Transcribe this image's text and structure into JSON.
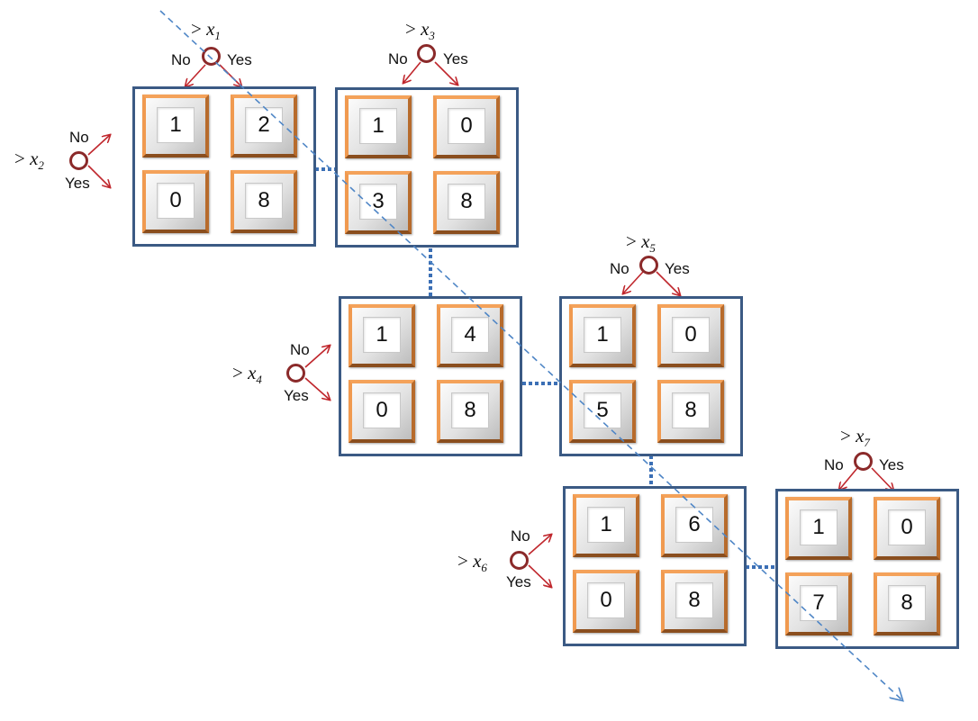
{
  "nodes": [
    {
      "id": "n1",
      "cells": [
        "1",
        "2",
        "0",
        "8"
      ],
      "split": null
    },
    {
      "id": "n2",
      "cells": [
        "1",
        "0",
        "3",
        "8"
      ],
      "split": {
        "threshold_var": "x",
        "threshold_sub": "3",
        "threshold_prefix": ">",
        "no": "No",
        "yes": "Yes",
        "orientation": "top"
      }
    },
    {
      "id": "n3",
      "cells": [
        "1",
        "4",
        "0",
        "8"
      ],
      "split": {
        "threshold_var": "x",
        "threshold_sub": "4",
        "threshold_prefix": ">",
        "no": "No",
        "yes": "Yes",
        "orientation": "left"
      }
    },
    {
      "id": "n4",
      "cells": [
        "1",
        "0",
        "5",
        "8"
      ],
      "split": {
        "threshold_var": "x",
        "threshold_sub": "5",
        "threshold_prefix": ">",
        "no": "No",
        "yes": "Yes",
        "orientation": "top"
      }
    },
    {
      "id": "n5",
      "cells": [
        "1",
        "6",
        "0",
        "8"
      ],
      "split": {
        "threshold_var": "x",
        "threshold_sub": "6",
        "threshold_prefix": ">",
        "no": "No",
        "yes": "Yes",
        "orientation": "left"
      }
    },
    {
      "id": "n6",
      "cells": [
        "1",
        "0",
        "7",
        "8"
      ],
      "split": {
        "threshold_var": "x",
        "threshold_sub": "7",
        "threshold_prefix": ">",
        "no": "No",
        "yes": "Yes",
        "orientation": "top"
      }
    }
  ],
  "root_splits": {
    "top": {
      "threshold_var": "x",
      "threshold_sub": "1",
      "threshold_prefix": ">",
      "no": "No",
      "yes": "Yes"
    },
    "left": {
      "threshold_var": "x",
      "threshold_sub": "2",
      "threshold_prefix": ">",
      "no": "No",
      "yes": "Yes"
    }
  },
  "colors": {
    "box_border": "#3b5a84",
    "connector": "#3b6fb5",
    "diagonal_line": "#4f86c6",
    "node_ring": "#8b2a2a",
    "arrow": "#c0272d",
    "cell_frame": "#f09a50"
  }
}
